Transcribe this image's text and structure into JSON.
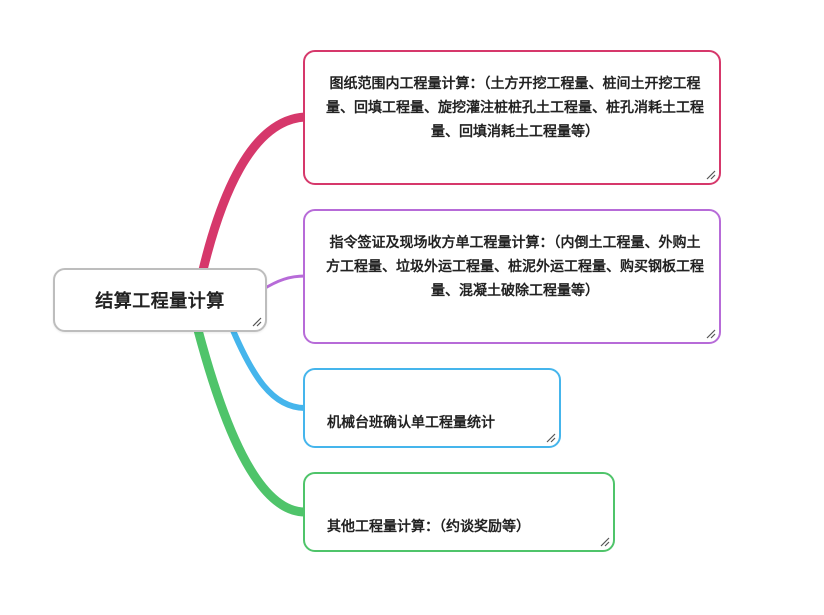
{
  "root": {
    "label": "结算工程量计算"
  },
  "branches": [
    {
      "label": "图纸范围内工程量计算：（土方开挖工程量、桩间土开挖工程量、回填工程量、旋挖灌注桩桩孔土工程量、桩孔消耗土工程量、回填消耗土工程量等）",
      "color": "#d6386b"
    },
    {
      "label": "指令签证及现场收方单工程量计算：（内倒土工程量、外购土方工程量、垃圾外运工程量、桩泥外运工程量、购买钢板工程量、混凝土破除工程量等）",
      "color": "#b76bd8"
    },
    {
      "label": "机械台班确认单工程量统计",
      "color": "#45b5ec"
    },
    {
      "label": "其他工程量计算：（约谈奖励等）",
      "color": "#4fc46a"
    }
  ]
}
